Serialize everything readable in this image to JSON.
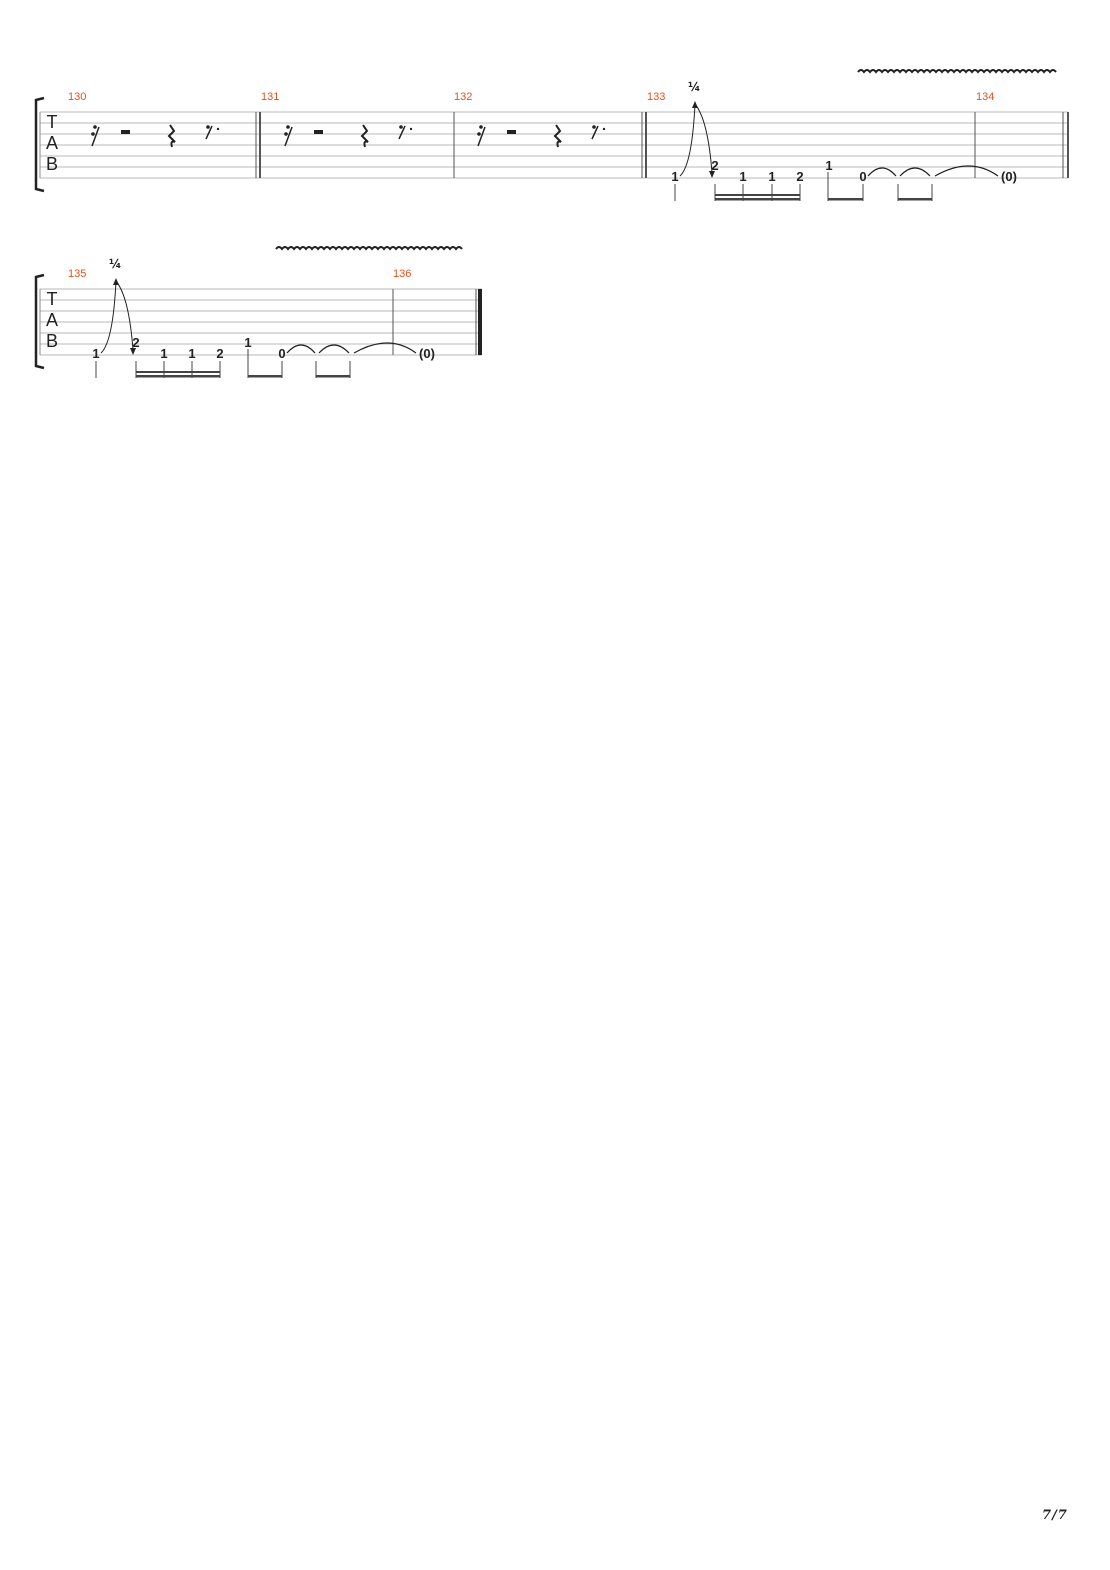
{
  "page": {
    "number": "7/7"
  },
  "clef": {
    "letters": [
      "T",
      "A",
      "B"
    ]
  },
  "colors": {
    "measure_number": "#e8501c",
    "staff_line": "#b8b8b8",
    "ink": "#222222"
  },
  "systems": [
    {
      "measures": [
        {
          "number": "130",
          "content": "rests",
          "rests": [
            "sixteenth-rest",
            "half-rest",
            "quarter-rest",
            "dotted-eighth-rest"
          ]
        },
        {
          "number": "131",
          "content": "rests",
          "rests": [
            "sixteenth-rest",
            "half-rest",
            "quarter-rest",
            "dotted-eighth-rest"
          ]
        },
        {
          "number": "132",
          "content": "rests",
          "rests": [
            "sixteenth-rest",
            "half-rest",
            "quarter-rest",
            "dotted-eighth-rest"
          ]
        },
        {
          "number": "133",
          "content": "notes",
          "notes": [
            {
              "fret": "1",
              "string": 6,
              "technique": "bend-release"
            },
            {
              "fret": "2",
              "string": 5
            },
            {
              "fret": "1",
              "string": 6
            },
            {
              "fret": "1",
              "string": 6
            },
            {
              "fret": "2",
              "string": 6
            },
            {
              "fret": "1",
              "string": 5
            },
            {
              "fret": "0",
              "string": 6,
              "tie": "next"
            }
          ],
          "bend": {
            "amount": "¼"
          },
          "vibrato": true
        },
        {
          "number": "134",
          "content": "notes",
          "notes": [
            {
              "fret": "(0)",
              "string": 6,
              "tied_from_previous": true
            }
          ]
        }
      ]
    },
    {
      "measures": [
        {
          "number": "135",
          "content": "notes",
          "notes": [
            {
              "fret": "1",
              "string": 6,
              "technique": "bend-release"
            },
            {
              "fret": "2",
              "string": 5
            },
            {
              "fret": "1",
              "string": 6
            },
            {
              "fret": "1",
              "string": 6
            },
            {
              "fret": "2",
              "string": 6
            },
            {
              "fret": "1",
              "string": 5
            },
            {
              "fret": "0",
              "string": 6,
              "tie": "next"
            }
          ],
          "bend": {
            "amount": "¼"
          },
          "vibrato": true
        },
        {
          "number": "136",
          "content": "notes",
          "notes": [
            {
              "fret": "(0)",
              "string": 6,
              "tied_from_previous": true
            }
          ]
        }
      ]
    }
  ]
}
